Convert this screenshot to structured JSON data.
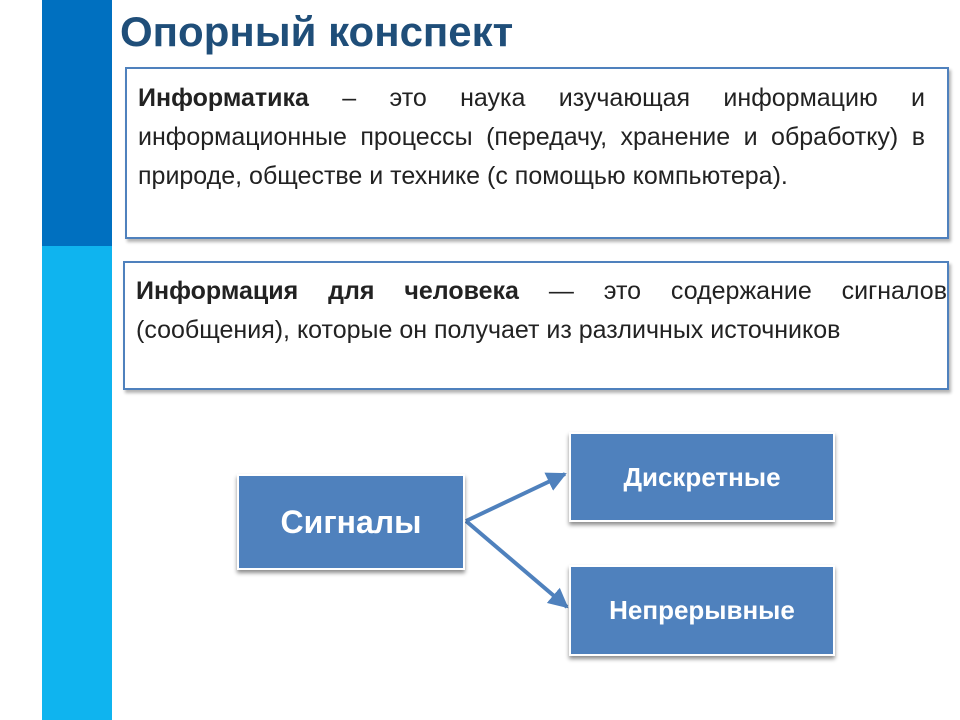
{
  "title": "Опорный конспект",
  "definition_informatics": {
    "term": "Информатика",
    "text": " – это наука изучающая информацию и информационные процессы (передачу, хранение и обработку) в природе, обществе и технике (с помощью компьютера)."
  },
  "definition_information": {
    "term": "Информация для человека",
    "text": " — это содержание сигналов (сообщения), которые он получает из различных источников"
  },
  "diagram": {
    "root": "Сигналы",
    "children": [
      "Дискретные",
      "Непрерывные"
    ]
  },
  "colors": {
    "sidebar_dark": "#0070c0",
    "sidebar_light": "#0fb4ef",
    "node_fill": "#4f81bd",
    "title": "#1f4e79"
  }
}
